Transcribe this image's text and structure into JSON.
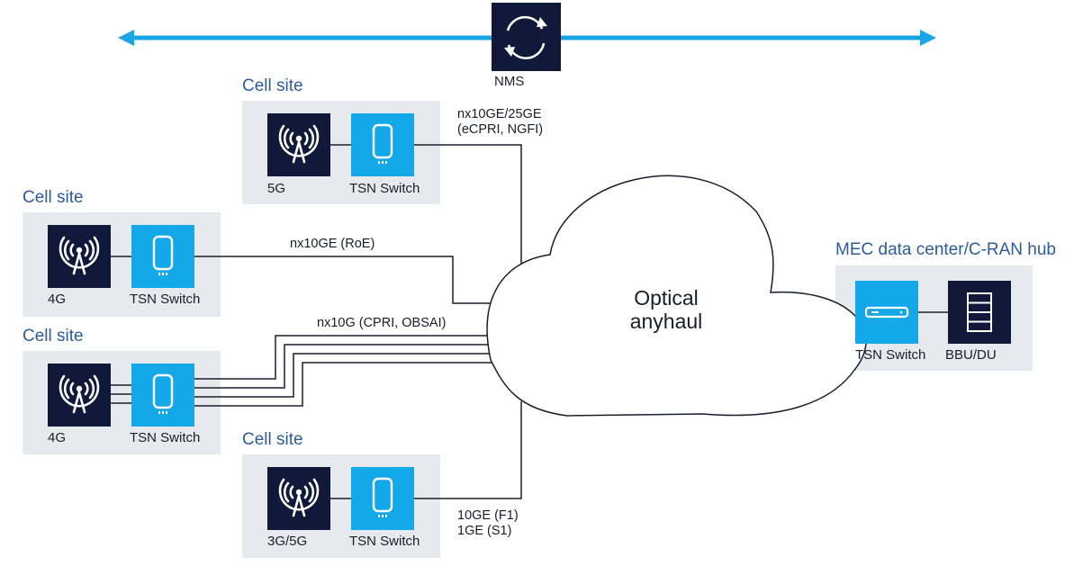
{
  "nms": {
    "label": "NMS",
    "icon": "sync-icon"
  },
  "cell_sites": [
    {
      "title": "Cell site",
      "radio_label": "5G",
      "switch_label": "TSN Switch"
    },
    {
      "title": "Cell site",
      "radio_label": "4G",
      "switch_label": "TSN Switch"
    },
    {
      "title": "Cell site",
      "radio_label": "4G",
      "switch_label": "TSN Switch"
    },
    {
      "title": "Cell site",
      "radio_label": "3G/5G",
      "switch_label": "TSN Switch"
    }
  ],
  "links": {
    "site1_line1": "nx10GE/25GE",
    "site1_line2": "(eCPRI, NGFI)",
    "site2": "nx10GE (RoE)",
    "site3": "nx10G (CPRI, OBSAI)",
    "site4_line1": "10GE (F1)",
    "site4_line2": "1GE (S1)"
  },
  "cloud": {
    "line1": "Optical",
    "line2": "anyhaul"
  },
  "mec": {
    "title": "MEC data center/C-RAN hub",
    "switch_label": "TSN Switch",
    "bbu_label": "BBU/DU"
  },
  "colors": {
    "navy": "#10193a",
    "cyan": "#14a8e8",
    "panel": "#e6e9ee",
    "arrow": "#19a4e6",
    "title": "#2d5c99",
    "line": "#1b1d2b"
  }
}
